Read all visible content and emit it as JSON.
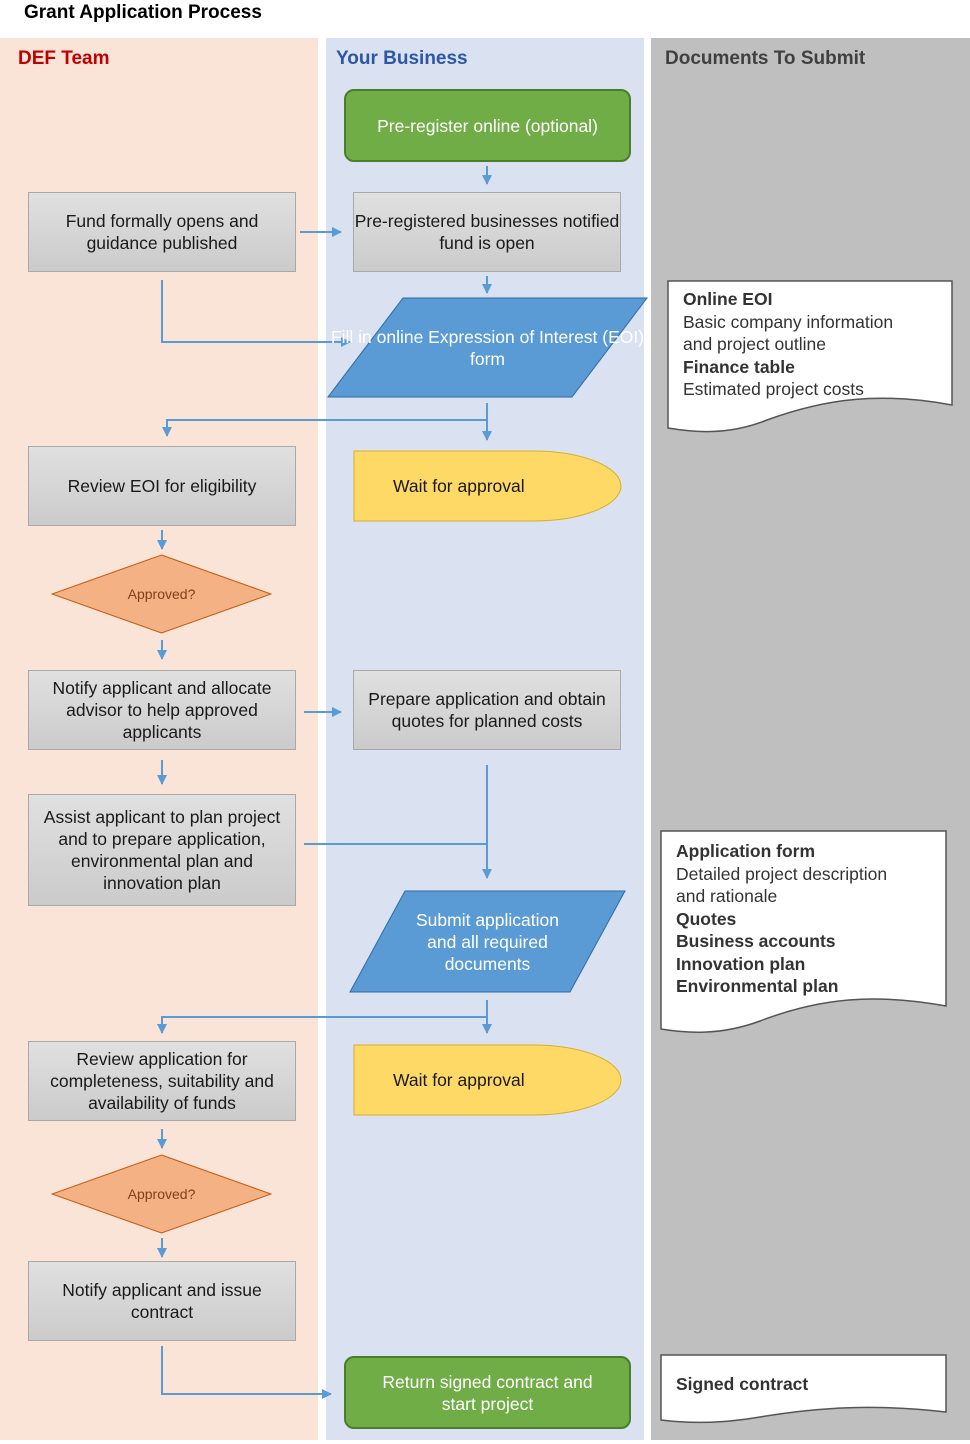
{
  "title": "Grant Application Process",
  "lanes": {
    "def": "DEF Team",
    "business": "Your Business",
    "documents": "Documents To Submit"
  },
  "def_team": {
    "fund_opens": "Fund formally opens and guidance published",
    "review_eoi": "Review EOI for eligibility",
    "approved_1": "Approved?",
    "notify_allocate": "Notify applicant and allocate advisor to help approved applicants",
    "assist": "Assist applicant to plan project and to prepare application, environmental plan and innovation plan",
    "review_application": "Review application for completeness, suitability and availability of funds",
    "approved_2": "Approved?",
    "notify_contract": "Notify applicant and issue contract"
  },
  "business": {
    "preregister": "Pre-register online (optional)",
    "notified": "Pre-registered businesses notified fund is open",
    "fill_eoi": "Fill in online Expression of Interest (EOI) form",
    "wait_1": "Wait for approval",
    "prepare": "Prepare application and obtain quotes for planned costs",
    "submit": "Submit application and all required documents",
    "wait_2": "Wait for approval",
    "return_contract": "Return signed contract and start project"
  },
  "documents": {
    "eoi": {
      "heading_1": "Online EOI",
      "line_1": "Basic company information",
      "line_2": "and project outline",
      "heading_2": "Finance table",
      "line_3": "Estimated project costs"
    },
    "application": {
      "heading_1": "Application form",
      "line_1": "Detailed project description",
      "line_2": "and rationale",
      "item_1": "Quotes",
      "item_2": "Business accounts",
      "item_3": "Innovation plan",
      "item_4": "Environmental plan"
    },
    "contract": {
      "heading_1": "Signed contract"
    }
  },
  "colors": {
    "def_lane": "#fae4d8",
    "business_lane": "#dae1f0",
    "documents_lane": "#bfbfbf",
    "terminator": "#70ad47",
    "io": "#5b9bd5",
    "wait": "#ffd966",
    "decision": "#f4b183",
    "process": "#d9d9d9",
    "arrow": "#5b9bd5"
  }
}
